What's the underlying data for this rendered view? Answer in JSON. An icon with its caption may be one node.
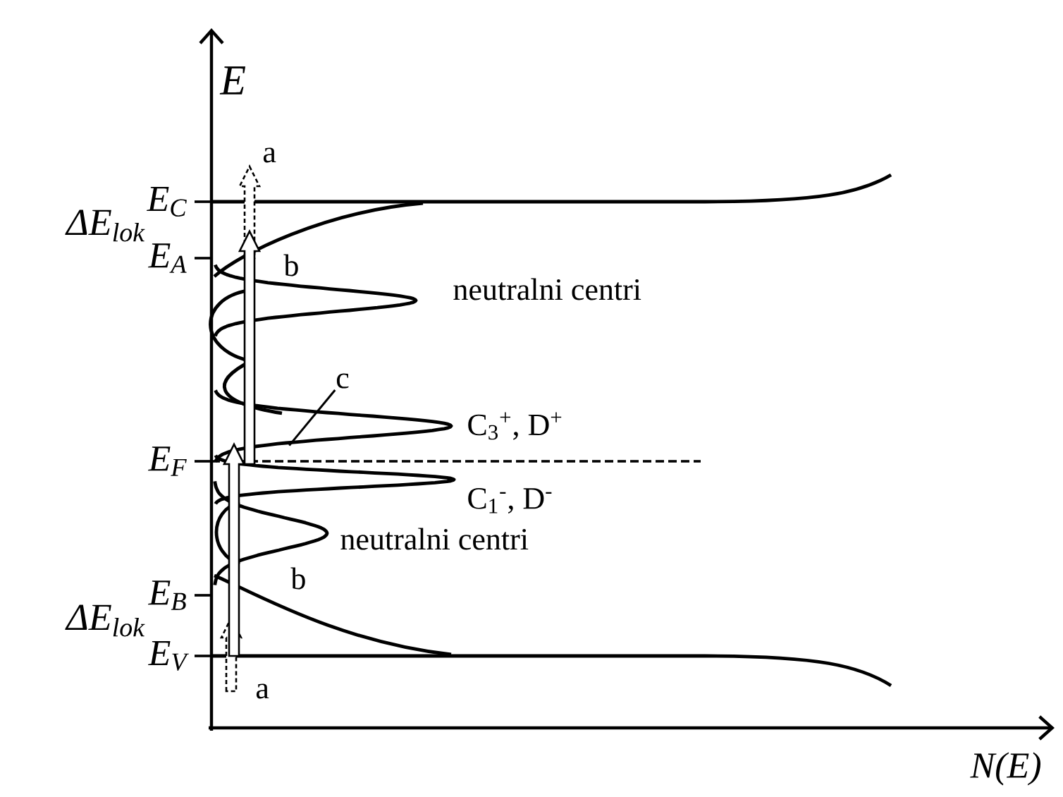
{
  "diagram": {
    "nodes": [
      {
        "text": [
          "c"
        ]
      },
      {
        "text": [],
        "shape": "peak"
      }
    ],
    "edges": [
      {
        "from": 0,
        "to": 1,
        "arrow": "none"
      }
    ],
    "labels": [
      "E",
      "ΔE$_{lok}$",
      "E$_{C}$",
      "a",
      "E$_{A}$",
      "b",
      "neutralni centri",
      "C$_{3}$$^{+}$, D$^{+}$",
      "E$_{F}$",
      "C$_{1}$$^{-}$, D$^{-}$",
      "neutralni centri",
      "b",
      "E$_{B}$",
      "ΔE$_{lok}$",
      "E$_{V}$",
      "a",
      "N(E)"
    ]
  }
}
